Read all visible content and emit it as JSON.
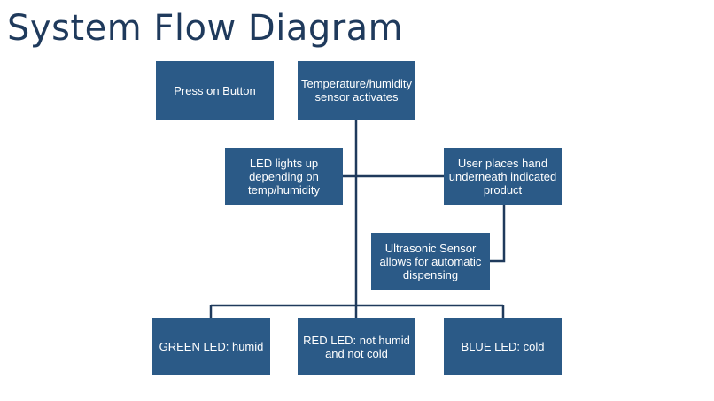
{
  "title": "System Flow Diagram",
  "colors": {
    "box_fill": "#2b5a87",
    "line": "#1f3a5c",
    "title": "#1f3a5c",
    "text": "#ffffff"
  },
  "nodes": {
    "press_button": "Press on Button",
    "sensor": "Temperature/humidity\nsensor activates",
    "led_lights": "LED lights up\ndepending on\ntemp/humidity",
    "user_hand": "User places hand\nunderneath indicated\nproduct",
    "ultrasonic": "Ultrasonic Sensor\nallows for automatic\ndispensing",
    "green_led": "GREEN LED: humid",
    "red_led": "RED LED: not humid\nand not cold",
    "blue_led": "BLUE LED: cold"
  }
}
